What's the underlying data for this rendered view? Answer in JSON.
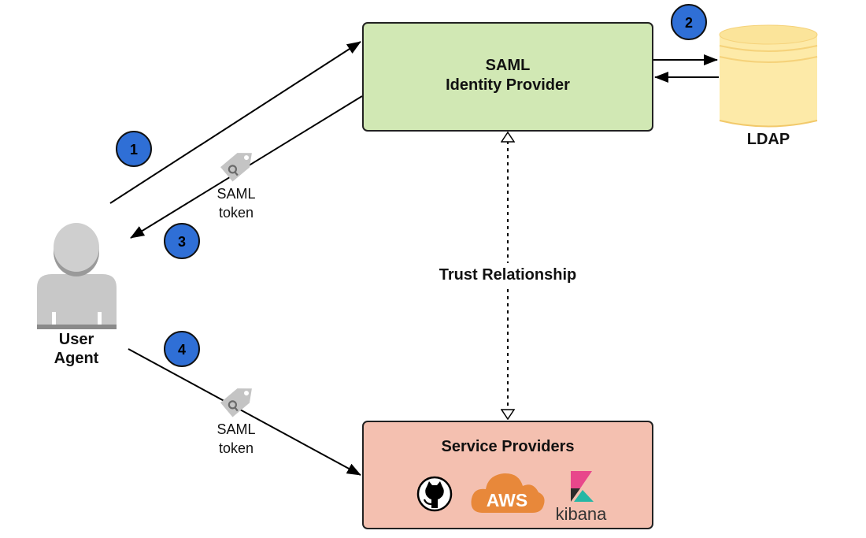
{
  "idp": {
    "line1": "SAML",
    "line2": "Identity Provider"
  },
  "ldap": {
    "label": "LDAP"
  },
  "user": {
    "line1": "User",
    "line2": "Agent"
  },
  "sp": {
    "title": "Service Providers"
  },
  "trust": {
    "label": "Trust Relationship"
  },
  "steps": {
    "s1": "1",
    "s2": "2",
    "s3": "3",
    "s4": "4"
  },
  "token_upper": {
    "line1": "SAML",
    "line2": "token"
  },
  "token_lower": {
    "line1": "SAML",
    "line2": "token"
  },
  "logos": {
    "aws": "AWS",
    "kibana": "kibana"
  },
  "icons": {
    "user": "user-silhouette-icon",
    "database": "database-cylinder-icon",
    "token": "key-tag-icon",
    "github": "github-icon",
    "aws": "aws-cloud-logo",
    "kibana": "kibana-logo"
  },
  "colors": {
    "idp_fill": "#d1e8b4",
    "sp_fill": "#f4c0b0",
    "ldap_fill": "#fdeaa8",
    "step_badge": "#2f6fd6",
    "aws_orange": "#e8883a",
    "kibana_pink": "#e8478b",
    "kibana_teal": "#26b7a5"
  }
}
